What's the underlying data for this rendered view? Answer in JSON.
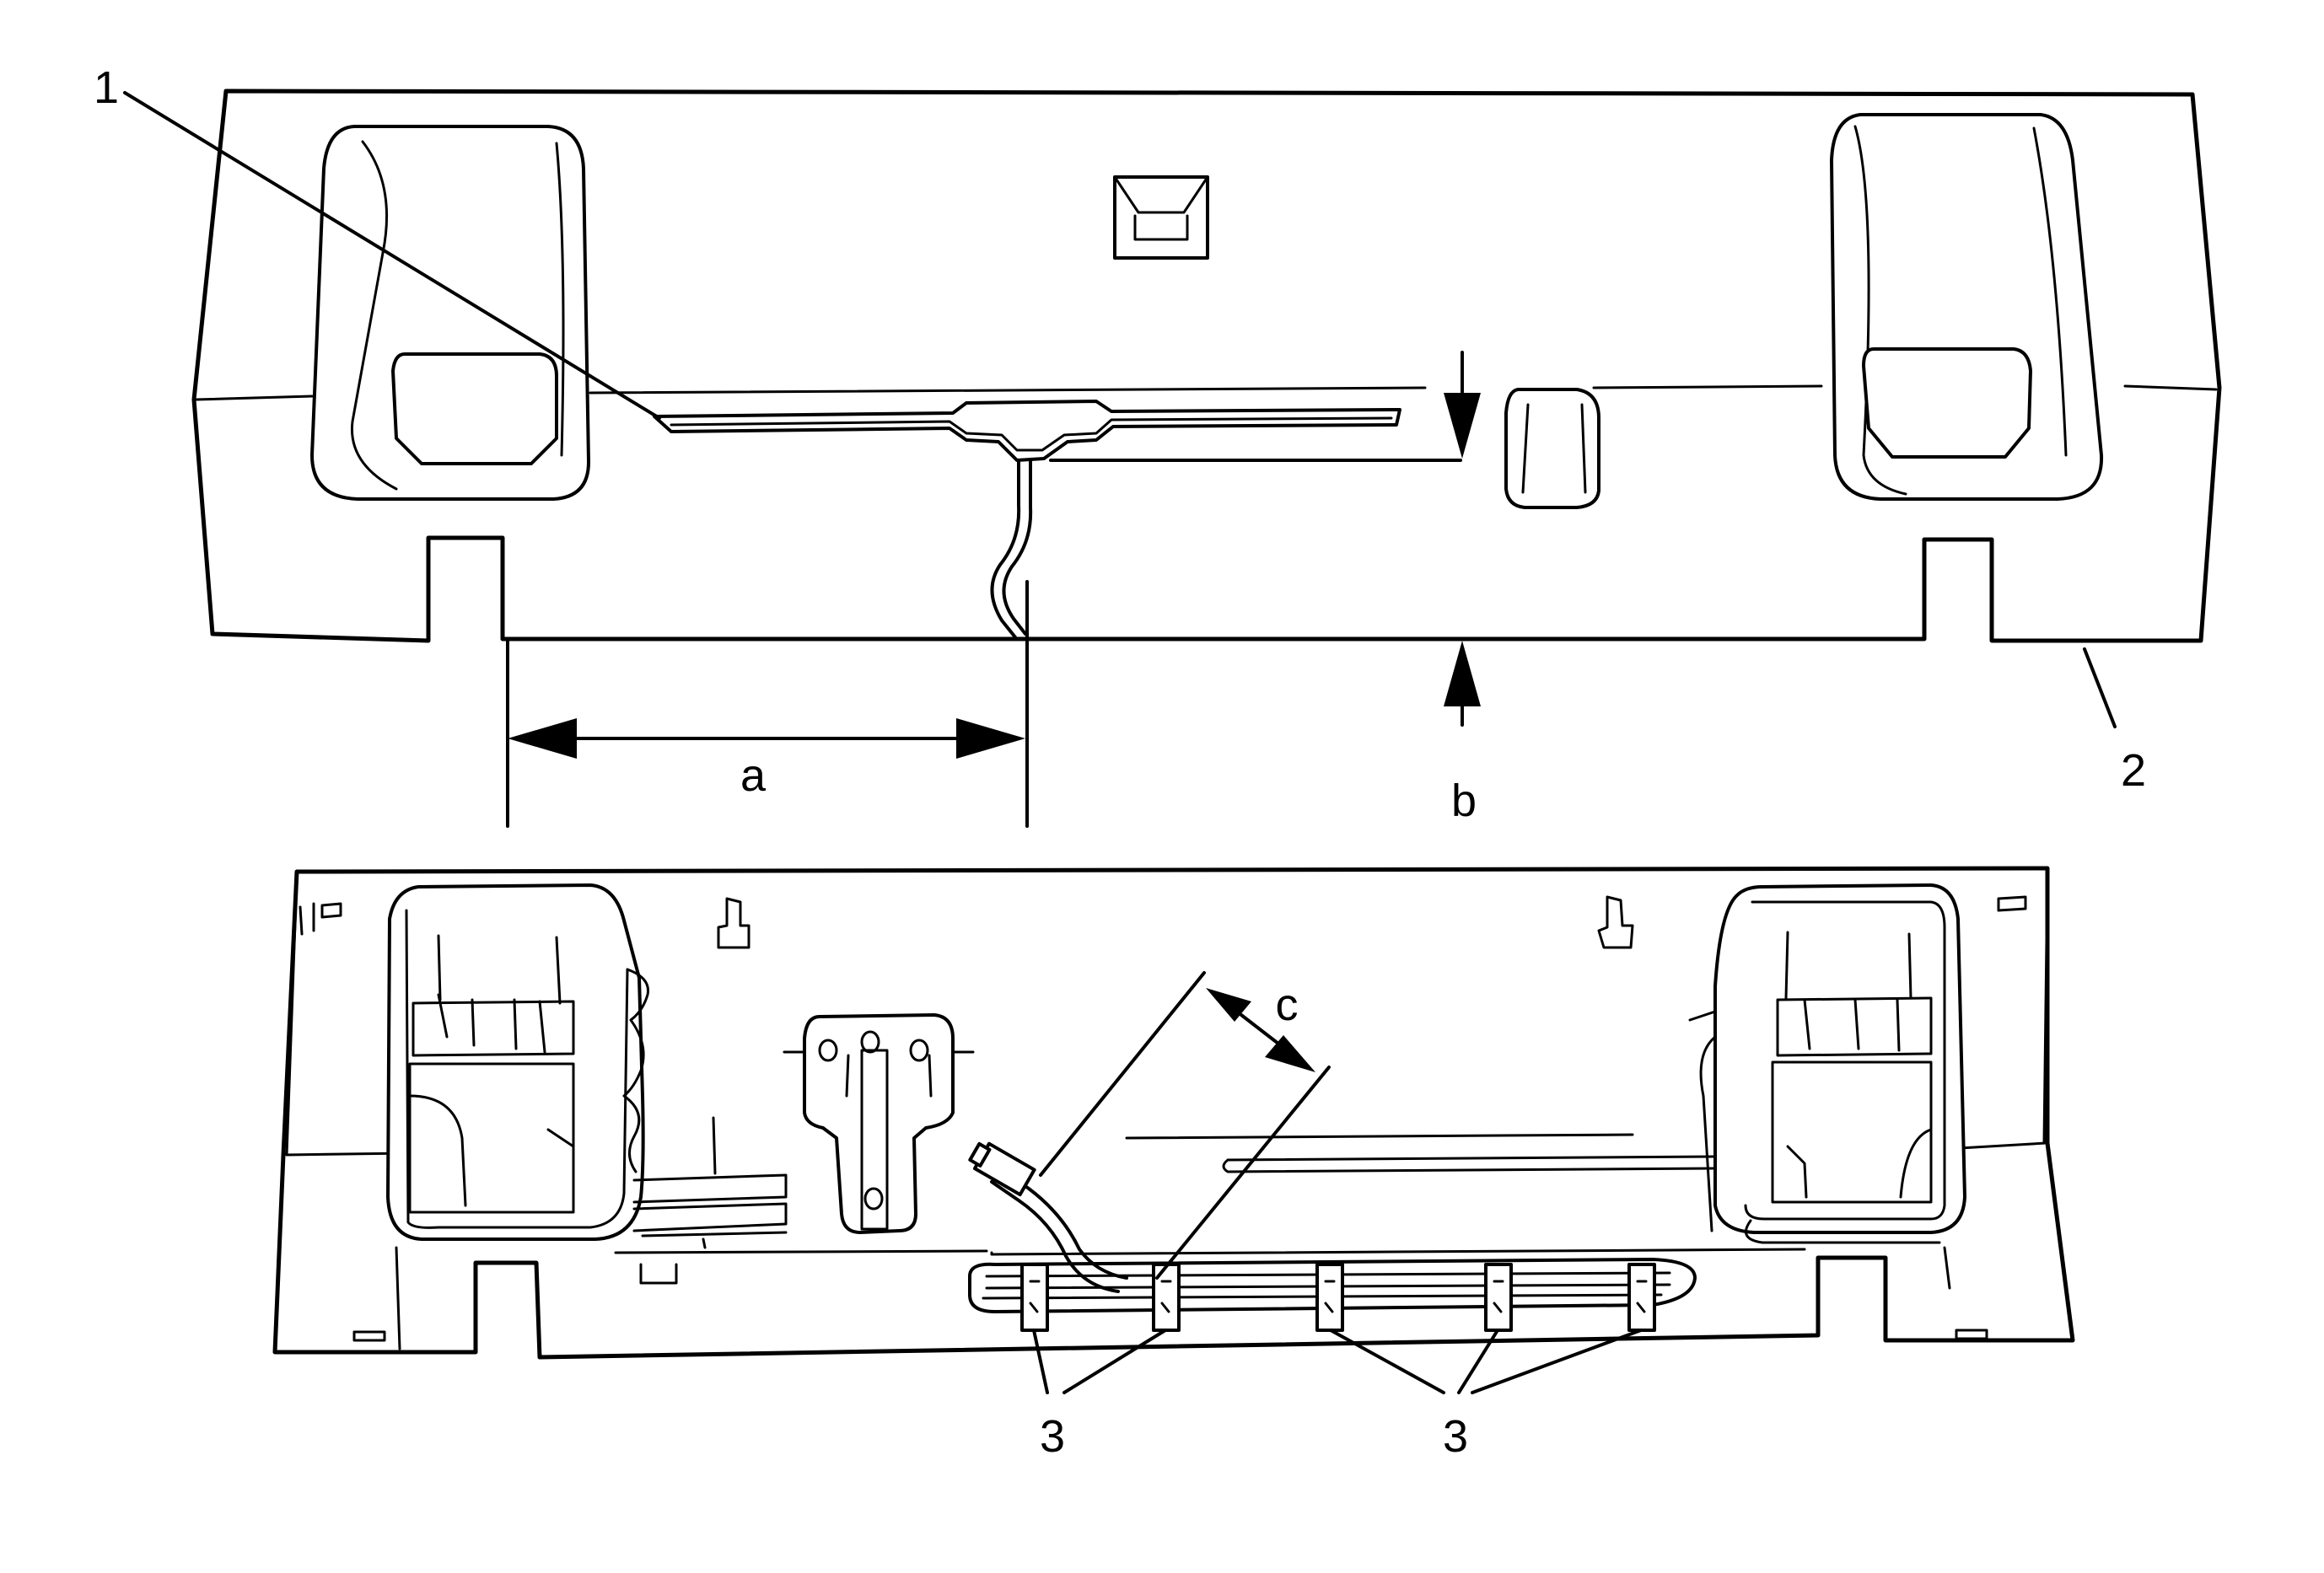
{
  "callouts": {
    "c1": "1",
    "c2": "2",
    "c3_left": "3",
    "c3_right": "3"
  },
  "dimensions": {
    "a": "a",
    "b": "b",
    "c": "c"
  }
}
